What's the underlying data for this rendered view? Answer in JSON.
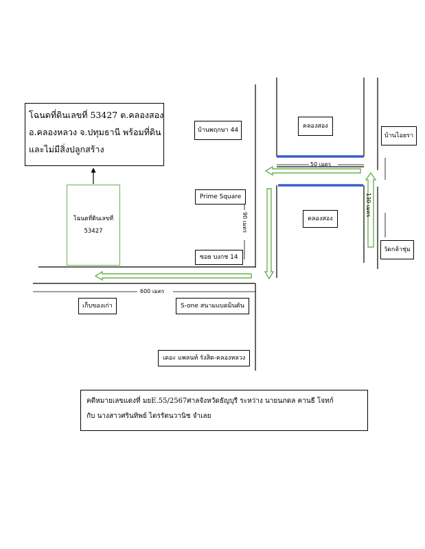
{
  "title_box": {
    "line1": "โฉนดที่ดินเลขที่ 53427 ต.คลองสอง",
    "line2": "อ.คลองหลวง จ.ปทุมธานี พร้อมที่ดิน",
    "line3": "และไม่มีสิ่งปลูกสร้าง"
  },
  "parcel": {
    "label": "โฉนดที่ดินเลขที่",
    "number": "53427"
  },
  "landmarks": {
    "ban_pruksa": "บ้านพฤกษา 44",
    "khlong_song_top": "คลองสอง",
    "ban_ua_athon": "บ้านไอยรา",
    "prime_square": "Prime Square",
    "khlong_song_mid": "คลองสอง",
    "wat": "วัดกล้าชุ่ม",
    "soi": "ซอย บงกช 14",
    "kep_khong": "เก็บของเก่า",
    "s_one": "S-one สนามแบดมินตัน",
    "the_plant": "เดอะ แพลนท์ รังสิต-คลองหลวง"
  },
  "distances": {
    "d50": "50 เมตร",
    "d130": "130 เมตร",
    "d90": "90 เมตร",
    "d600": "600 เมตร"
  },
  "case_info": {
    "line1": "คดีหมายเลขแดงที่ มยE.55/2567ศาลจังหวัดธัญบุรี ระหว่าง นายนภดล คานธี โจทก์",
    "line2": "กับ นางสาวศรินทิพย์ ไตรรัตนวานิช จำเลย"
  },
  "colors": {
    "arrow_green": "#6ab04c",
    "canal_blue": "#3a5fc8"
  }
}
